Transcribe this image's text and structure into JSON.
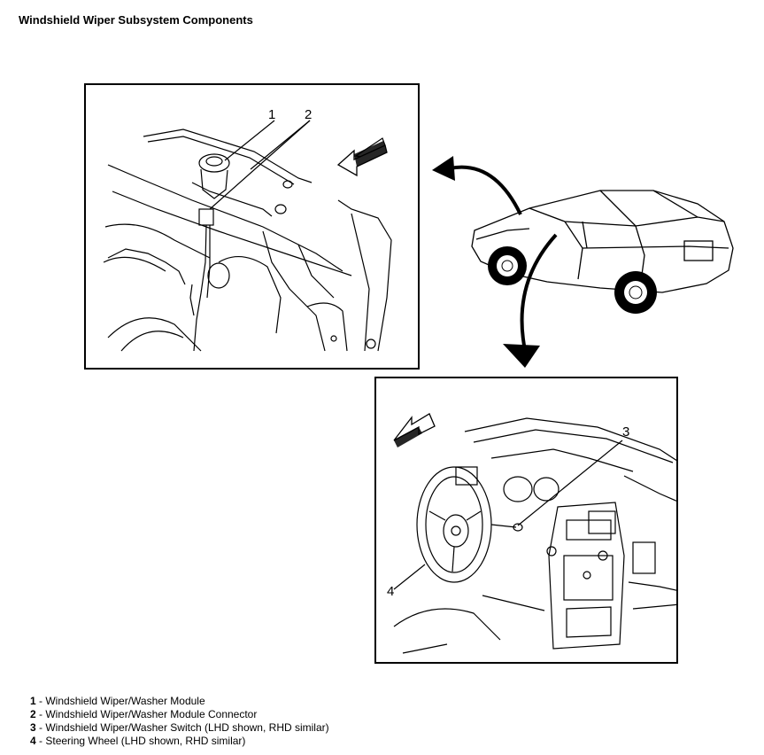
{
  "page": {
    "title": "Windshield Wiper Subsystem Components"
  },
  "callouts": {
    "c1": "1",
    "c2": "2",
    "c3": "3",
    "c4": "4"
  },
  "legend": [
    {
      "num": "1",
      "text": " - Windshield Wiper/Washer Module"
    },
    {
      "num": "2",
      "text": " - Windshield Wiper/Washer Module Connector"
    },
    {
      "num": "3",
      "text": " - Windshield Wiper/Washer Switch (LHD shown, RHD similar)"
    },
    {
      "num": "4",
      "text": " - Steering Wheel (LHD shown, RHD similar)"
    }
  ]
}
